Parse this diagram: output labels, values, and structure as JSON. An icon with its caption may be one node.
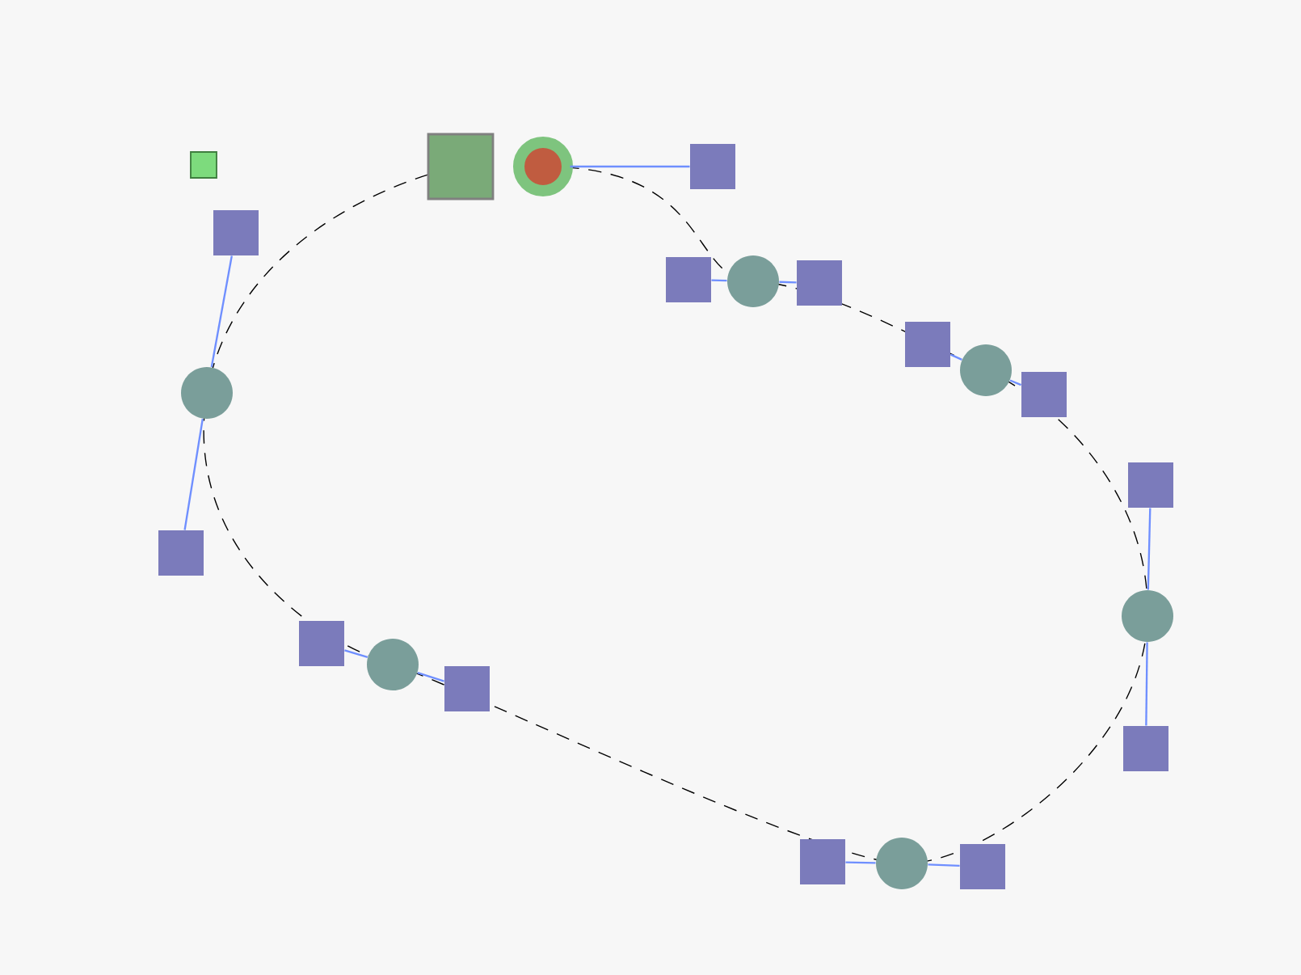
{
  "diagram": {
    "nodes": [
      {
        "text": [],
        "shape": "box"
      },
      {
        "text": [],
        "shape": "box"
      },
      {
        "text": [],
        "shape": "circle"
      },
      {
        "text": [],
        "shape": "box"
      },
      {
        "text": [],
        "shape": "box"
      },
      {
        "text": [],
        "shape": "box"
      },
      {
        "text": [],
        "shape": "circle"
      },
      {
        "text": [],
        "shape": "box"
      },
      {
        "text": [],
        "shape": "box"
      },
      {
        "text": [],
        "shape": "circle"
      },
      {
        "text": [],
        "shape": "circle"
      },
      {
        "text": [],
        "shape": "box"
      },
      {
        "text": [],
        "shape": "box"
      },
      {
        "text": [],
        "shape": "box"
      },
      {
        "text": [],
        "shape": "circle"
      },
      {
        "text": [],
        "shape": "box"
      },
      {
        "text": [],
        "shape": "circle"
      },
      {
        "text": [],
        "shape": "box"
      },
      {
        "text": [],
        "shape": "box"
      },
      {
        "text": [],
        "shape": "box"
      },
      {
        "text": [],
        "shape": "circle"
      },
      {
        "text": [],
        "shape": "box"
      }
    ],
    "edges": [
      {
        "from": 2,
        "to": 3,
        "arrow": "none"
      },
      {
        "from": 6,
        "to": 5,
        "arrow": "none"
      },
      {
        "from": 6,
        "to": 7,
        "arrow": "none"
      },
      {
        "from": 9,
        "to": 8,
        "arrow": "none"
      },
      {
        "from": 9,
        "to": 11,
        "arrow": "none"
      },
      {
        "from": 14,
        "to": 12,
        "arrow": "none"
      },
      {
        "from": 14,
        "to": 18,
        "arrow": "none"
      },
      {
        "from": 20,
        "to": 21,
        "arrow": "none"
      },
      {
        "from": 20,
        "to": 19,
        "arrow": "none"
      },
      {
        "from": 16,
        "to": 17,
        "arrow": "none"
      },
      {
        "from": 16,
        "to": 15,
        "arrow": "none"
      },
      {
        "from": 10,
        "to": 13,
        "arrow": "none"
      },
      {
        "from": 10,
        "to": 4,
        "arrow": "none"
      }
    ]
  }
}
